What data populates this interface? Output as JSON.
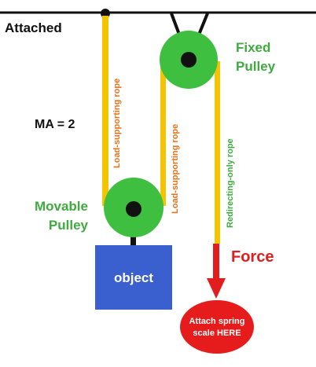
{
  "labels": {
    "attached": "Attached",
    "ma": "MA = 2",
    "fixed_pulley_line1": "Fixed",
    "fixed_pulley_line2": "Pulley",
    "movable_pulley_line1": "Movable",
    "movable_pulley_line2": "Pulley",
    "object": "object",
    "force": "Force",
    "spring_line1": "Attach spring",
    "spring_line2": "scale HERE"
  },
  "ropes": {
    "left": "Load-supporting rope",
    "middle": "Load-supporting rope",
    "right": "Redirecting-only rope"
  },
  "colors": {
    "rope": "#f5c400",
    "pulley": "#3fbf3f",
    "pulley_label": "#3faa3f",
    "rope_label_load": "#e8721a",
    "rope_label_redirect": "#3faa3f",
    "object_fill": "#3a5fcf",
    "force": "#e21d1d",
    "spring_fill": "#e61b1b",
    "axle": "#111111"
  }
}
